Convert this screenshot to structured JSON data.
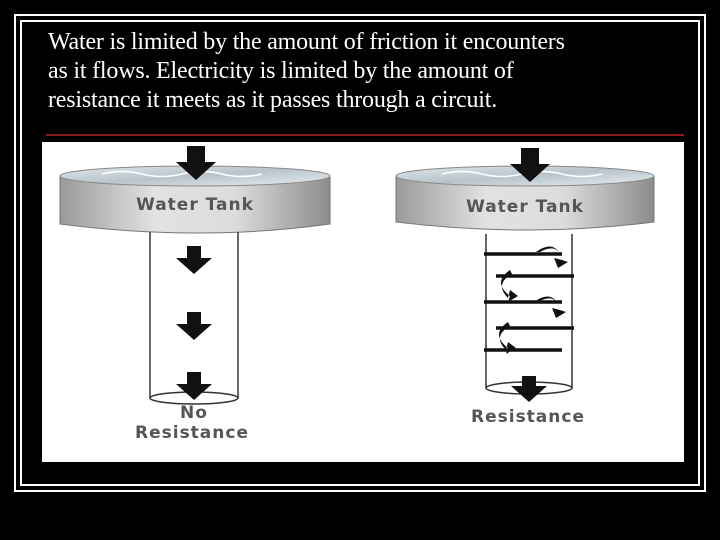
{
  "caption": {
    "line1": "Water is limited by the amount of friction it encounters",
    "line2": "as it flows. Electricity is limited by the amount of",
    "line3": "resistance it meets as it passes through a circuit."
  },
  "diagram": {
    "left": {
      "tank_label": "Water Tank",
      "label_line1": "No",
      "label_line2": "Resistance"
    },
    "right": {
      "tank_label": "Water Tank",
      "label": "Resistance"
    }
  }
}
